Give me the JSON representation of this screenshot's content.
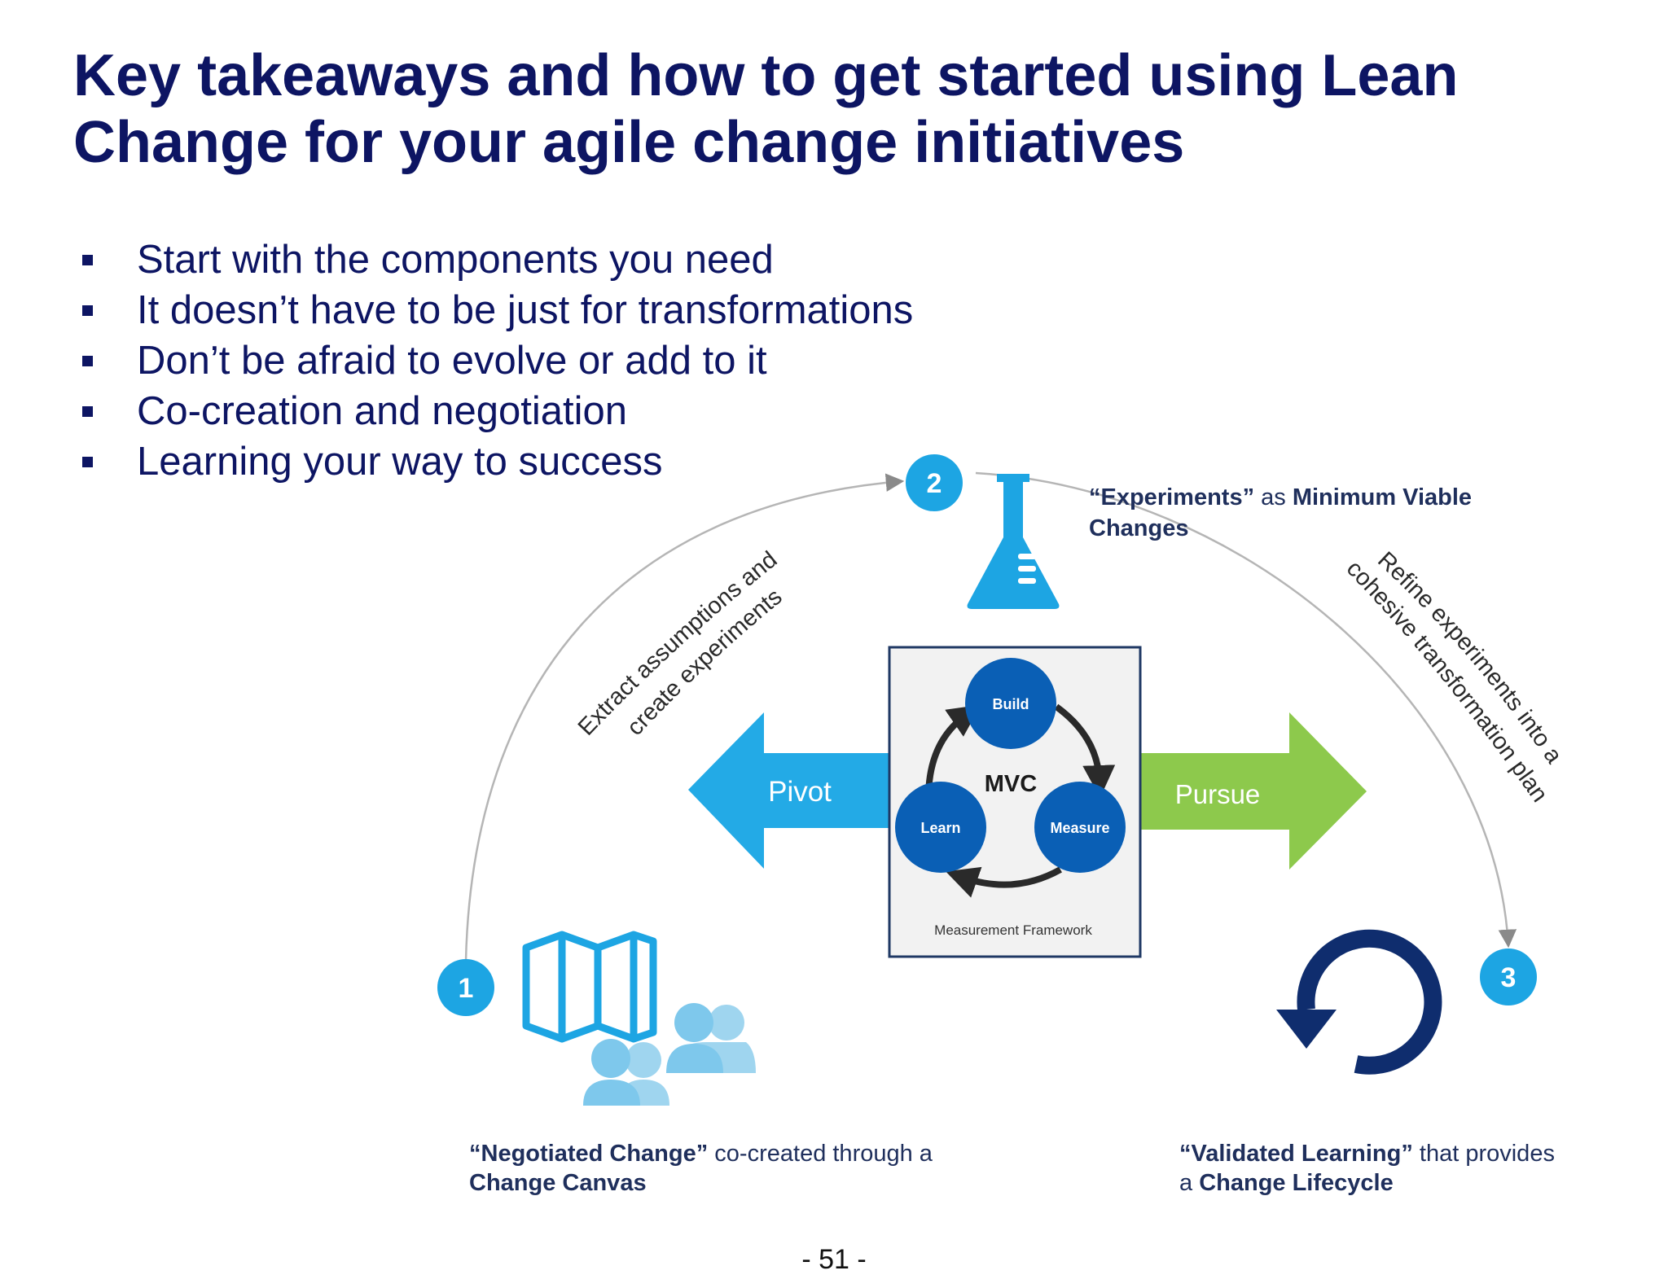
{
  "slide": {
    "title_line1": "Key takeaways and how to get started using Lean",
    "title_line2": "Change for your agile change initiatives",
    "bullets": [
      "Start with the components you need",
      "It doesn’t have to be just for transformations",
      "Don’t be afraid to evolve or add to it",
      "Co-creation and negotiation",
      "Learning your way to success"
    ],
    "page_number": "- 51 -"
  },
  "diagram": {
    "steps": {
      "step1": "1",
      "step2": "2",
      "step3": "3"
    },
    "arc_labels": {
      "left_line1": "Extract assumptions and",
      "left_line2": "create experiments",
      "right_line1": "Refine experiments into a",
      "right_line2": "cohesive transformation plan"
    },
    "experiments_caption": {
      "quote": "“Experiments”",
      "connector": " as ",
      "bold": "Minimum Viable",
      "line2": "Changes"
    },
    "negotiated_caption": {
      "quote": "“Negotiated Change”",
      "connector": " co-created through a",
      "line2": "Change Canvas"
    },
    "validated_caption": {
      "quote": "“Validated Learning”",
      "connector": " that provides",
      "line2_prefix": "a ",
      "line2_bold": "Change Lifecycle"
    },
    "pivot_label": "Pivot",
    "pursue_label": "Pursue",
    "mvc": {
      "center_label": "MVC",
      "build": "Build",
      "learn": "Learn",
      "measure": "Measure",
      "framework_label": "Measurement Framework"
    },
    "icons": [
      "flask-icon",
      "map-icon",
      "people-group-icon",
      "refresh-cycle-icon"
    ],
    "colors": {
      "title_navy": "#0d1563",
      "step_circle_blue": "#1da5e3",
      "pivot_blue": "#23aae6",
      "pursue_green": "#8dc94c",
      "mvc_circle_blue": "#0a5fb5",
      "cycle_navy": "#0f2d6e",
      "icon_light_blue": "#7ec8ec"
    }
  }
}
